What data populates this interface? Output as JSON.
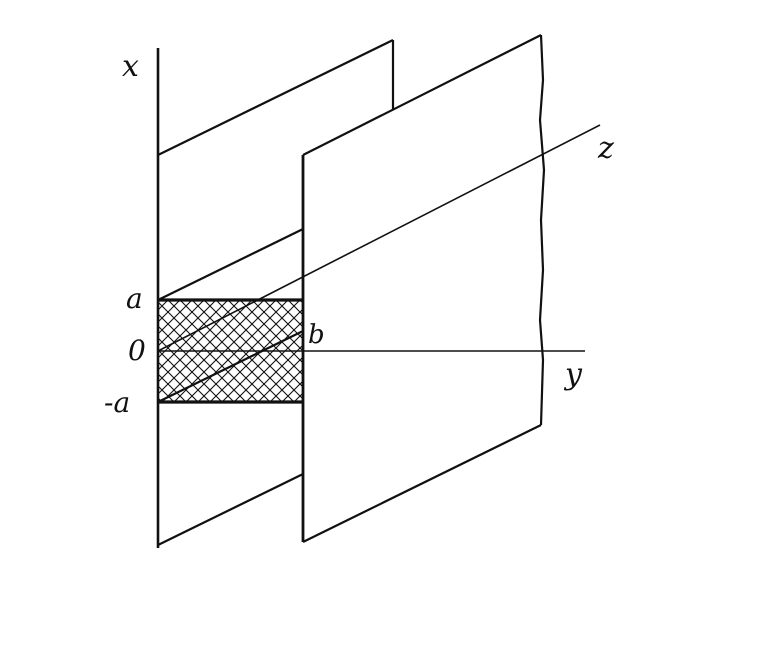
{
  "diagram": {
    "axis_labels": {
      "x": "x",
      "y": "y",
      "z": "z"
    },
    "point_labels": {
      "a": "a",
      "origin": "0",
      "neg_a": "-a",
      "b": "b"
    },
    "colors": {
      "ink": "#111111",
      "background": "#ffffff"
    },
    "hatch_style": "crosshatch"
  }
}
